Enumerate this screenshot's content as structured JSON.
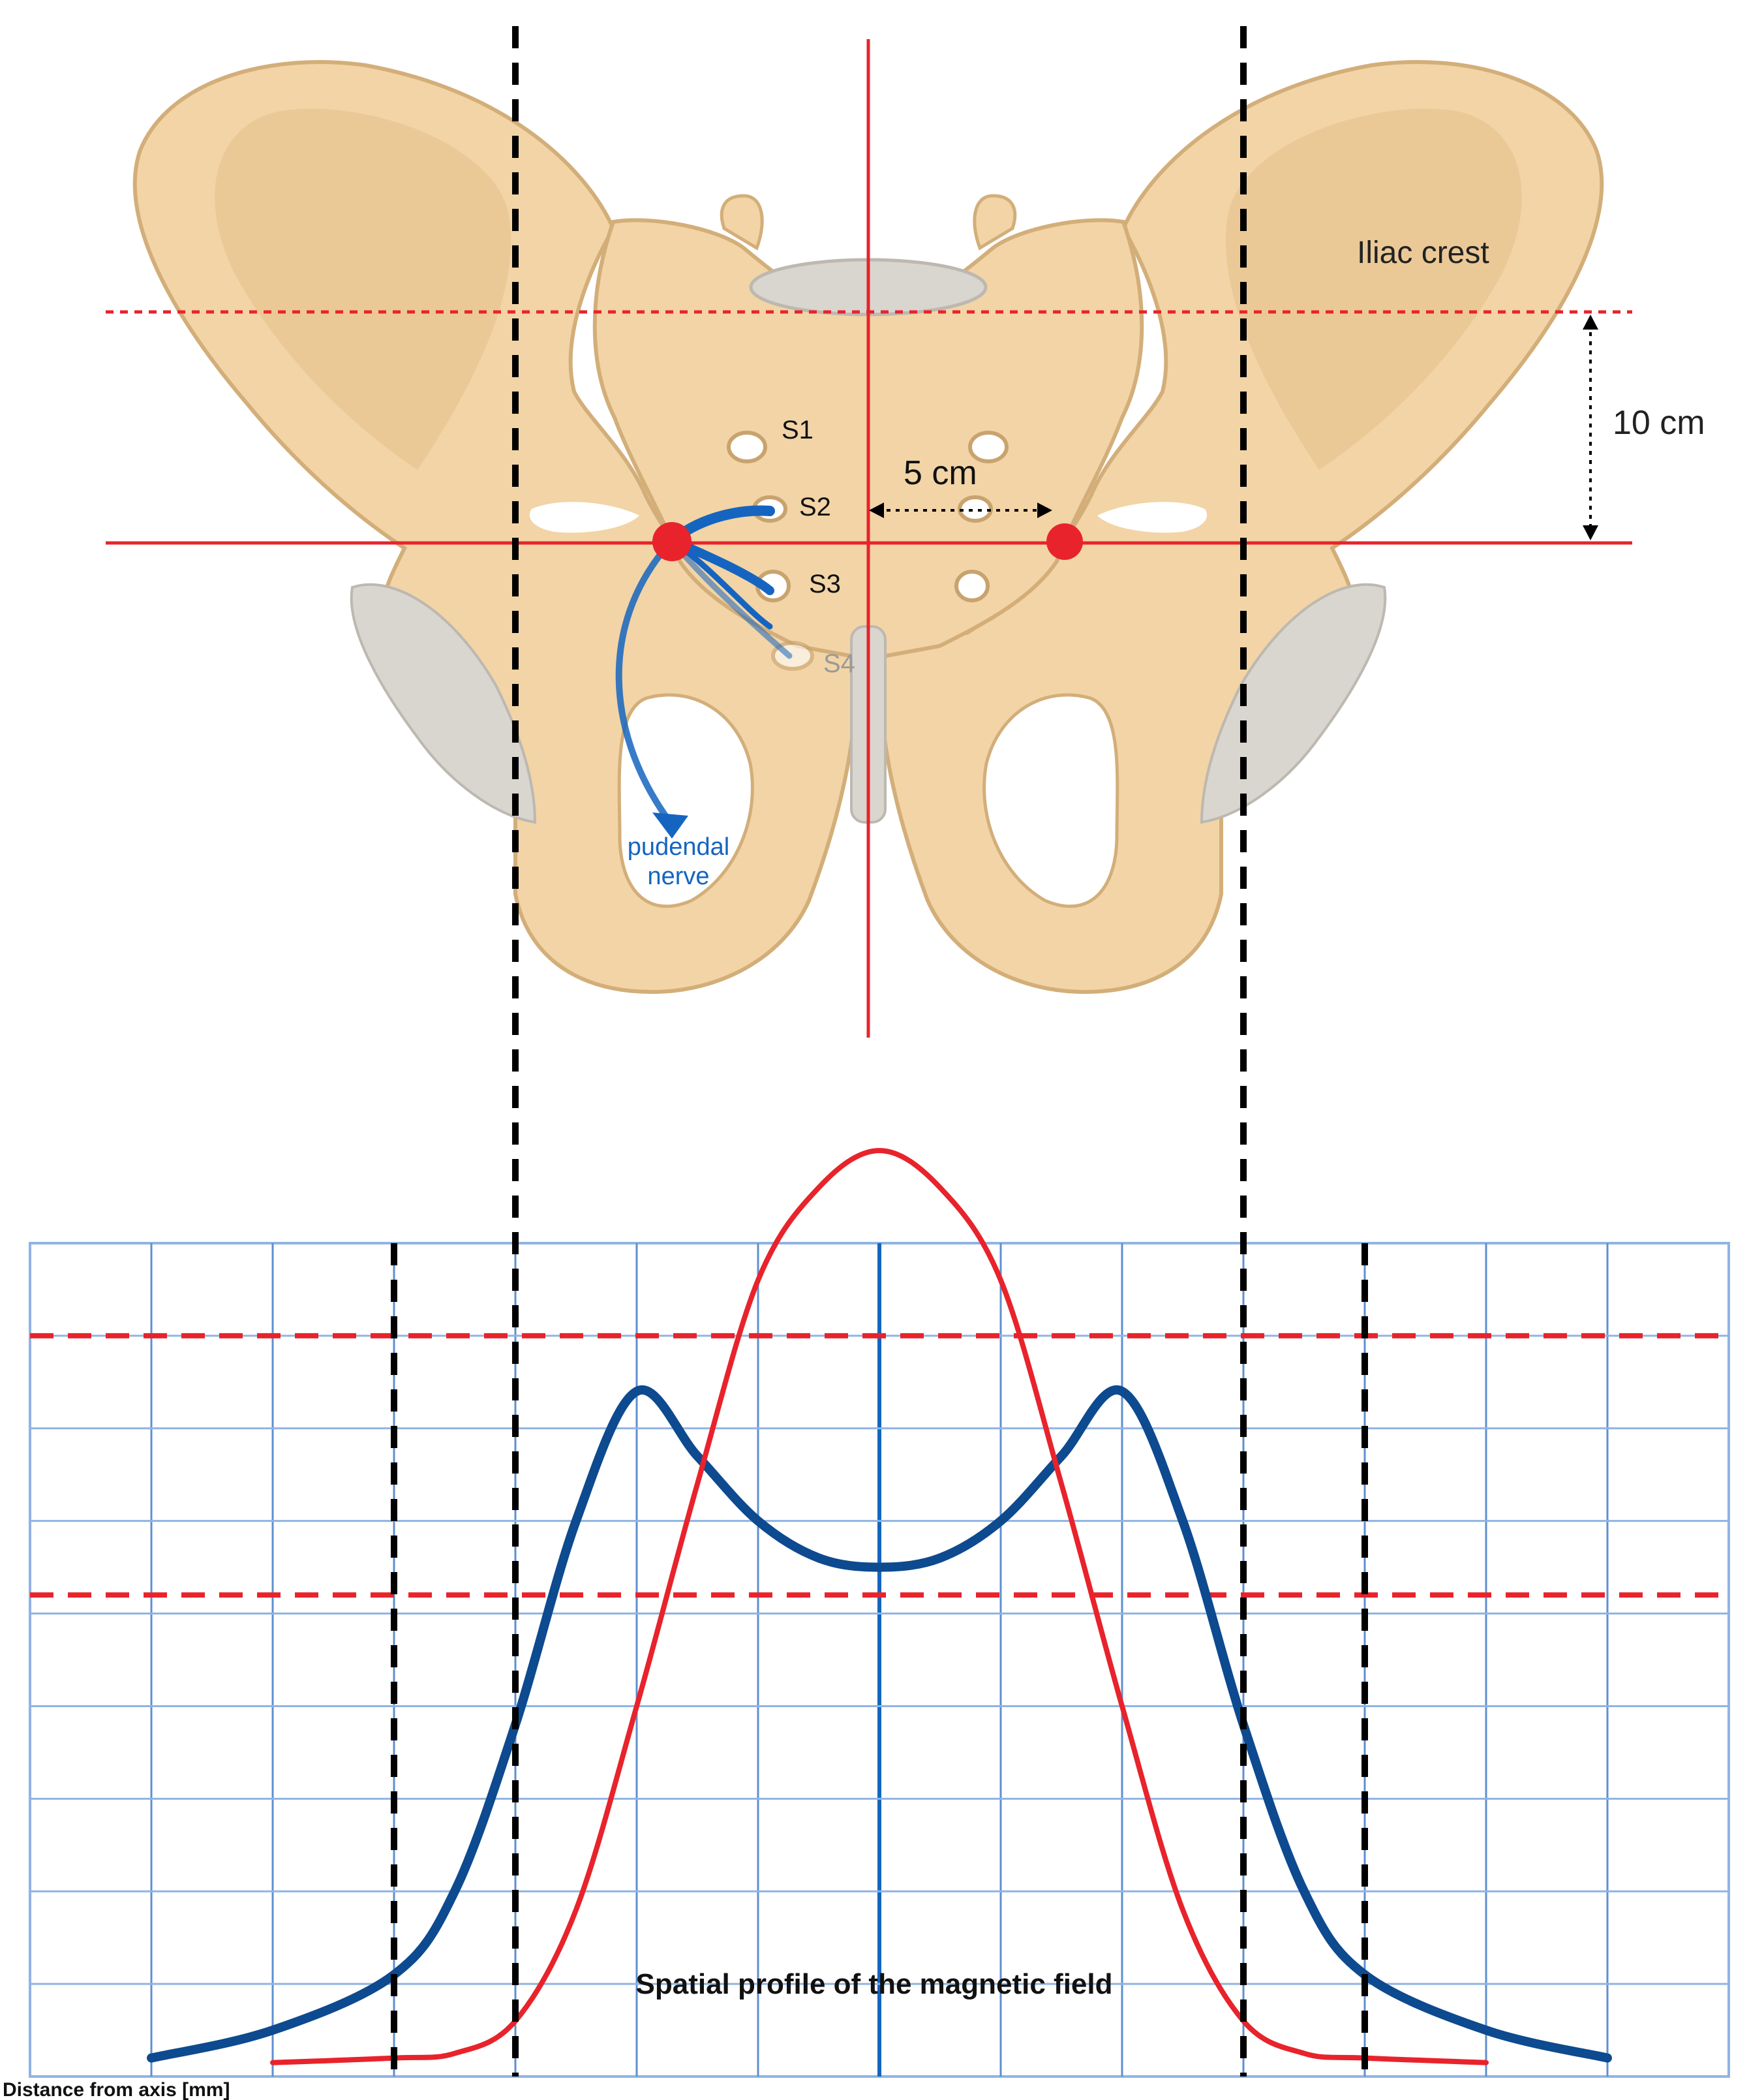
{
  "labels": {
    "iliac_crest": "Iliac crest",
    "ten_cm": "10 cm",
    "five_cm": "5 cm",
    "s1": "S1",
    "s2": "S2",
    "s3": "S3",
    "s4": "S4",
    "pudendal_line1": "pudendal",
    "pudendal_line2": "nerve"
  },
  "colors": {
    "bone": "#F2D4A6",
    "bone_shade": "#E2BE8A",
    "bone_outline": "#D3AE79",
    "cartilage": "#D9D5CF",
    "red": "#E8232B",
    "nerve_blue": "#1565C0",
    "curve_blue": "#0D4A8F",
    "grid_blue": "#8FB4E3",
    "black": "#000000"
  },
  "chart_data": {
    "type": "line",
    "title": "Spatial profile of the magnetic field",
    "xlabel": "Distance from axis [mm]",
    "ylabel": "",
    "grid": true,
    "x": [
      -6,
      -5,
      -4,
      -3.5,
      -3,
      -2.5,
      -2,
      -1.5,
      -1,
      -0.5,
      0,
      0.5,
      1,
      1.5,
      2,
      2.5,
      3,
      3.5,
      4,
      5,
      6
    ],
    "xlim": [
      -7,
      7
    ],
    "ylim": [
      0,
      9
    ],
    "series": [
      {
        "values": [
          0.2,
          0.5,
          1.1,
          2.0,
          3.8,
          6.0,
          7.4,
          6.7,
          6.0,
          5.6,
          5.5,
          5.6,
          6.0,
          6.7,
          7.4,
          6.0,
          3.8,
          2.0,
          1.1,
          0.5,
          0.2
        ],
        "color": "#0D4A8F"
      },
      {
        "values": [
          null,
          0.15,
          0.2,
          0.25,
          0.6,
          1.8,
          4.0,
          6.4,
          8.6,
          9.6,
          10.0,
          9.6,
          8.6,
          6.4,
          4.0,
          1.8,
          0.6,
          0.25,
          0.2,
          0.15,
          null
        ],
        "color": "#E8232B"
      }
    ],
    "annotations": {
      "threshold_y": [
        8.0,
        5.2
      ],
      "vertical_dashed_x": [
        -4,
        -3,
        3,
        4
      ]
    }
  }
}
